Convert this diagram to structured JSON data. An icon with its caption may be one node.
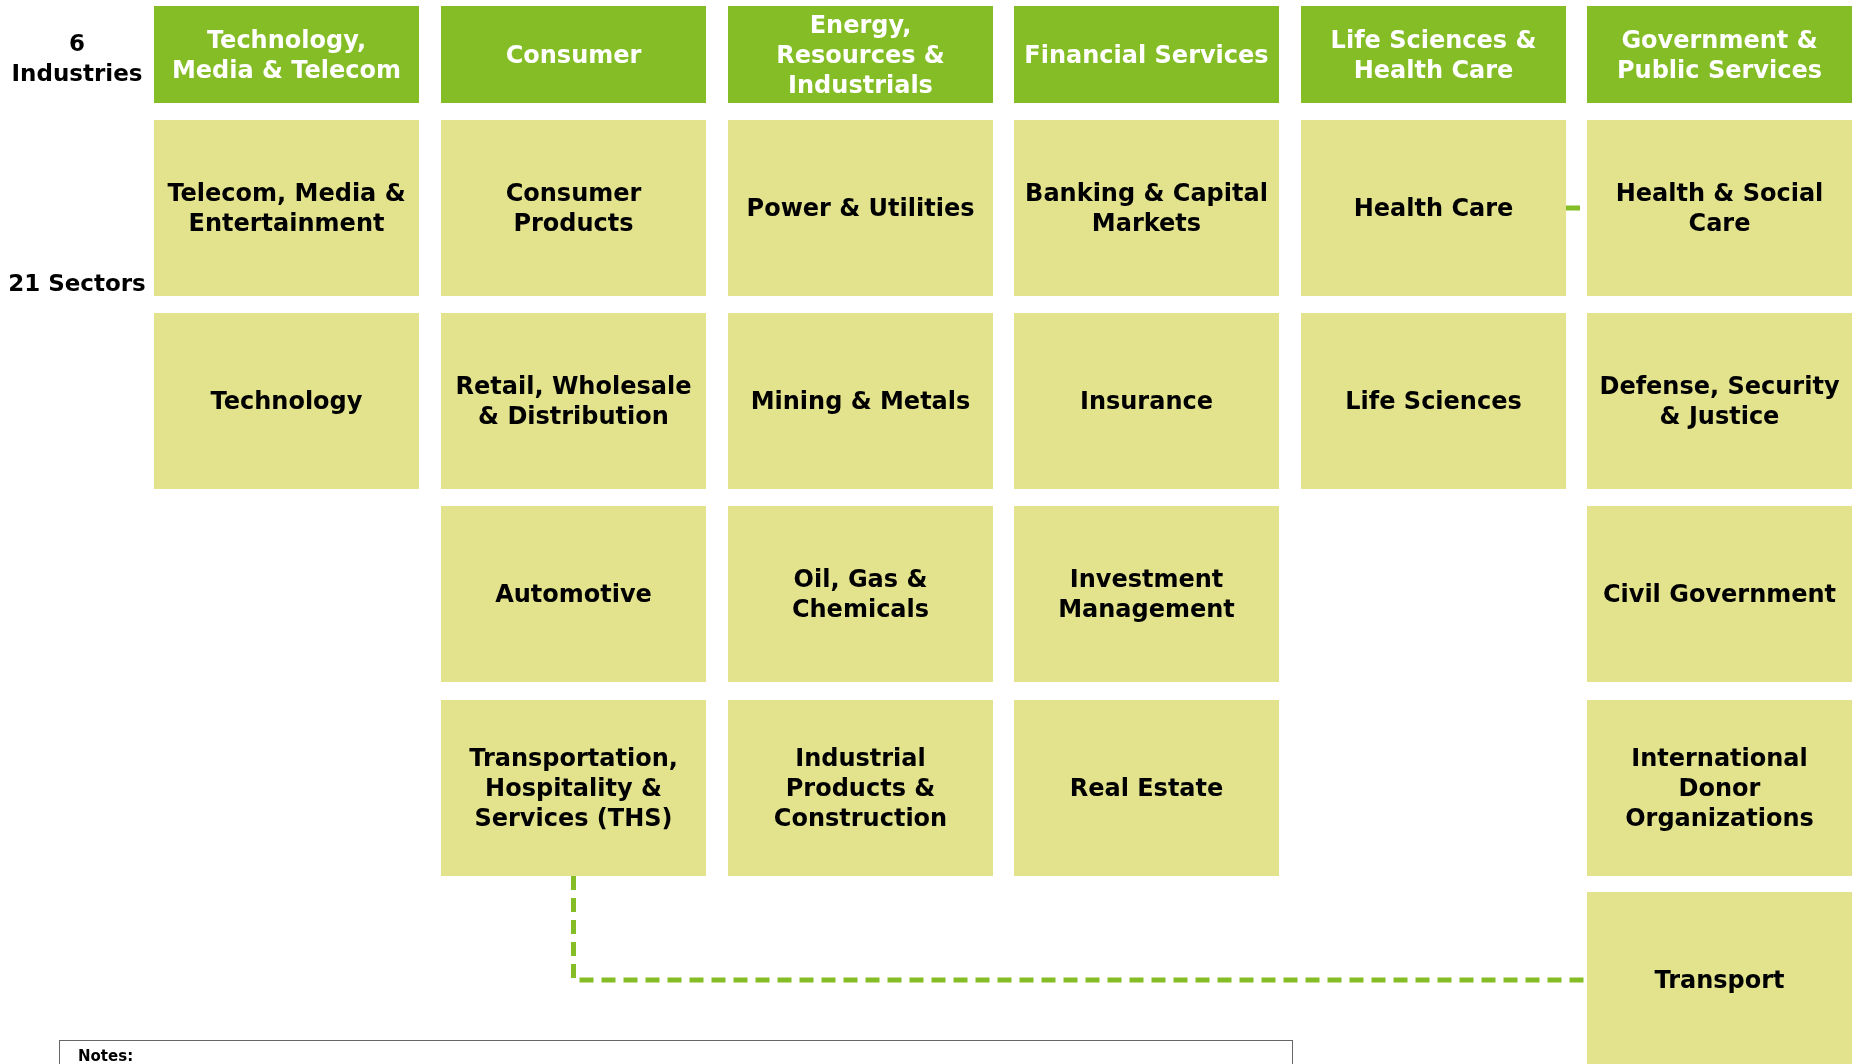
{
  "diagram": {
    "nodes": [
      {
        "text": [
          "Technology, Media & Telecom"
        ]
      },
      {
        "text": [
          "Consumer"
        ]
      },
      {
        "text": [
          "Energy, Resources & Industrials"
        ]
      },
      {
        "text": [
          "Financial Services"
        ]
      },
      {
        "text": [
          "Life Sciences & Health Care"
        ]
      },
      {
        "text": [
          "Government & Public Services"
        ]
      },
      {
        "text": [
          "Telecom, Media & Entertainment"
        ]
      },
      {
        "text": [
          "Consumer Products"
        ]
      },
      {
        "text": [
          "Power & Utilities"
        ]
      },
      {
        "text": [
          "Banking & Capital Markets"
        ]
      },
      {
        "text": [
          "Health Care"
        ]
      },
      {
        "text": [
          "Health & Social Care"
        ]
      },
      {
        "text": [
          "Technology"
        ]
      },
      {
        "text": [
          "Retail, Wholesale & Distribution"
        ]
      },
      {
        "text": [
          "Mining & Metals"
        ]
      },
      {
        "text": [
          "Insurance"
        ]
      },
      {
        "text": [
          "Life Sciences"
        ]
      },
      {
        "text": [
          "Defense, Security & Justice"
        ]
      },
      {
        "text": [
          "Automotive"
        ]
      },
      {
        "text": [
          "Oil, Gas & Chemicals"
        ]
      },
      {
        "text": [
          "Investment Management"
        ]
      },
      {
        "text": [
          "Civil Government"
        ]
      },
      {
        "text": [
          "Transportation, Hospitality & Services (THS)"
        ]
      },
      {
        "text": [
          "Industrial Products & Construction"
        ]
      },
      {
        "text": [
          "Real Estate"
        ]
      },
      {
        "text": [
          "International Donor Organizations"
        ]
      },
      {
        "text": [
          "Transport"
        ]
      },
      {
        "text": [
          "Notes:"
        ]
      }
    ],
    "edges": [
      {
        "from": 10,
        "to": 11,
        "arrow": "none",
        "style": "dashed"
      },
      {
        "from": 22,
        "to": 26,
        "arrow": "none",
        "style": "dashed"
      }
    ],
    "labels": [
      "6 Industries",
      "21 Sectors"
    ]
  }
}
